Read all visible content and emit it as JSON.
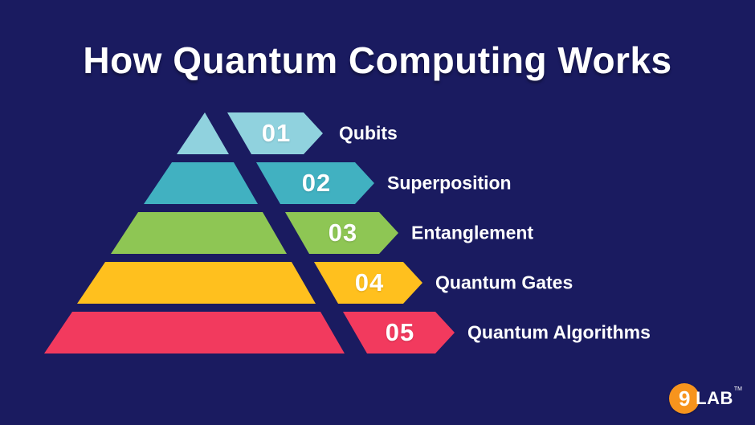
{
  "title": "How Quantum Computing Works",
  "background": "#1a1b60",
  "levels": [
    {
      "number": "01",
      "label": "Qubits",
      "color": "#90d2de"
    },
    {
      "number": "02",
      "label": "Superposition",
      "color": "#41b1c1"
    },
    {
      "number": "03",
      "label": "Entanglement",
      "color": "#8ec654"
    },
    {
      "number": "04",
      "label": "Quantum Gates",
      "color": "#ffc01e"
    },
    {
      "number": "05",
      "label": "Quantum Algorithms",
      "color": "#f23a5e"
    }
  ],
  "logo": {
    "number": "9",
    "text": "LAB",
    "tm": "TM",
    "color": "#f7941d"
  }
}
